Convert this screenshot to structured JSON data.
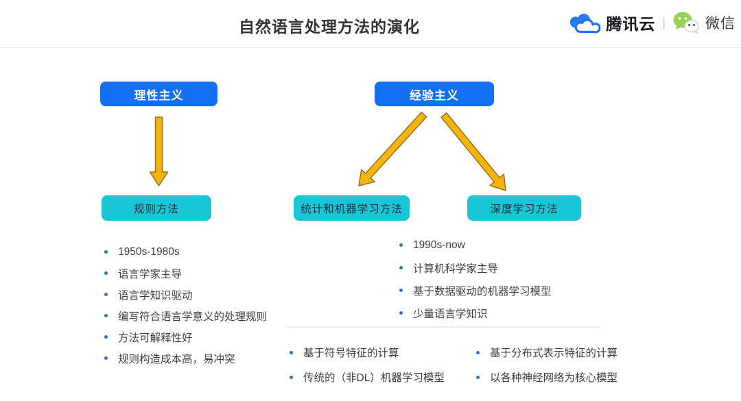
{
  "header": {
    "title": "自然语言处理方法的演化",
    "brand": {
      "tencent_label": "腾讯云",
      "separator": "|",
      "wechat_label": "微信"
    }
  },
  "diagram": {
    "root_nodes": {
      "rationalism": "理性主义",
      "empiricism": "经验主义"
    },
    "method_nodes": {
      "rule": "规则方法",
      "statistical": "统计和机器学习方法",
      "deep_learning": "深度学习方法"
    },
    "lists": {
      "rule": {
        "items": [
          "1950s-1980s",
          "语言学家主导",
          "语言学知识驱动",
          "编写符合语言学意义的处理规则",
          "方法可解释性好",
          "规则构造成本高，易冲突"
        ]
      },
      "empiricism": {
        "items": [
          "1990s-now",
          "计算机科学家主导",
          "基于数据驱动的机器学习模型",
          "少量语言学知识"
        ]
      },
      "statistical": {
        "items": [
          "基于符号特征的计算",
          "传统的（非DL）机器学习模型"
        ]
      },
      "deep_learning": {
        "items": [
          "基于分布式表示特征的计算",
          "以各种神经网络为核心模型"
        ]
      }
    }
  },
  "colors": {
    "root_box": "#1470f2",
    "method_box": "#1ac5d8",
    "arrow_fill": "#f7b50c",
    "arrow_outline": "#8f711c",
    "bullet": "#2e74b5",
    "tencent_blue": "#1f6ef5",
    "wechat_green": "#95d355"
  }
}
